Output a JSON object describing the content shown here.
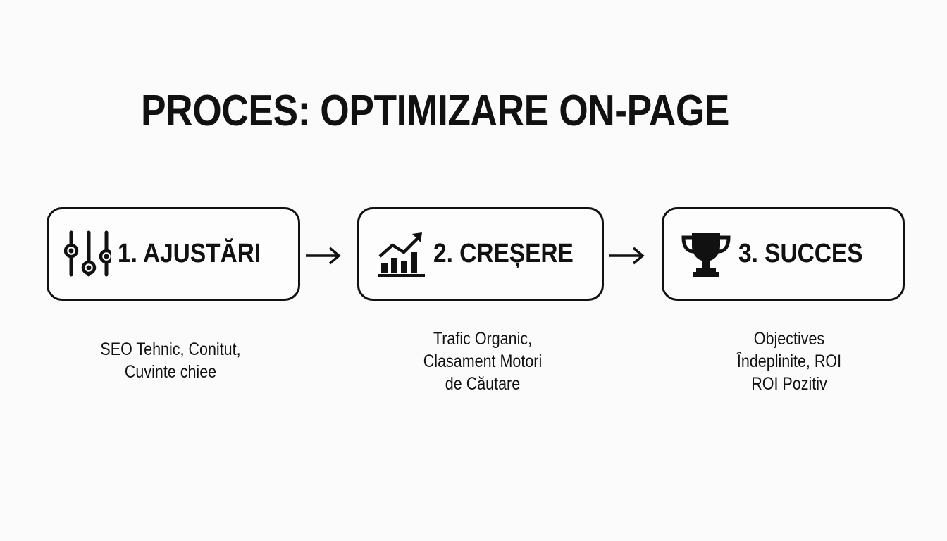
{
  "title": "PROCES: OPTIMIZARE ON-PAGE",
  "steps": [
    {
      "label": "1. AJUSTĂRI",
      "icon": "sliders-icon",
      "desc": [
        "SEO Tehnic, Conitut,",
        "Cuvinte chiee"
      ]
    },
    {
      "label": "2. CREȘERE",
      "icon": "growth-chart-icon",
      "desc": [
        "Trafic Organic,",
        "Clasament Motori",
        "de Căutare"
      ]
    },
    {
      "label": "3. SUCCES",
      "icon": "trophy-icon",
      "desc": [
        "Objectives",
        "Îndeplinite, ROI",
        "ROI Pozitiv"
      ]
    }
  ],
  "arrow_icon": "arrow-right-icon",
  "colors": {
    "ink": "#111111",
    "background": "#fbfbfb"
  }
}
